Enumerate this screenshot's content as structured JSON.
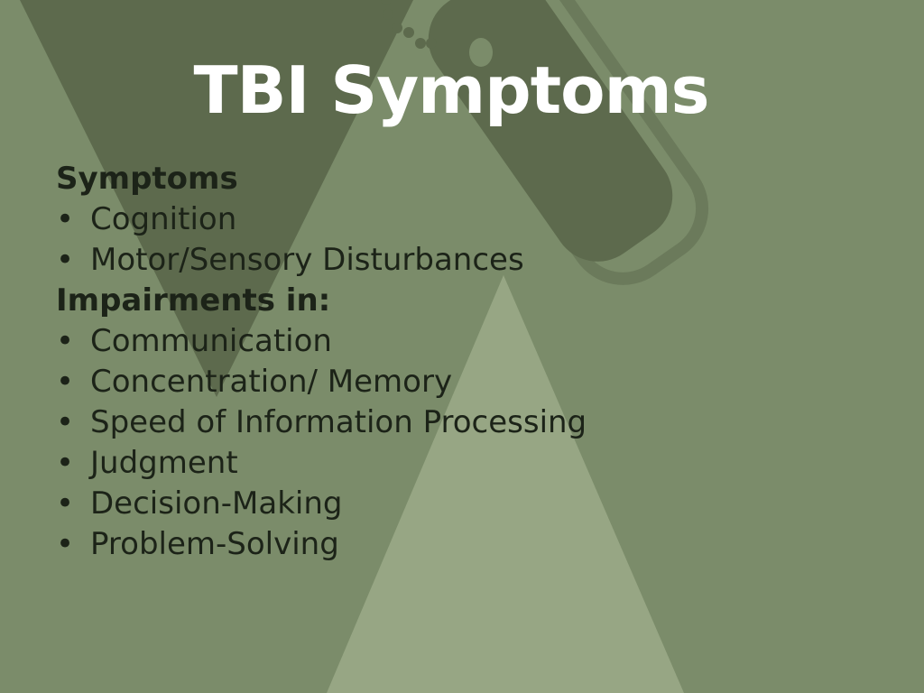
{
  "slide": {
    "title": "TBI Symptoms",
    "groups": [
      {
        "heading": "Symptoms",
        "items": [
          "Cognition",
          "Motor/Sensory Disturbances"
        ]
      },
      {
        "heading": "Impairments in:",
        "items": [
          "Communication",
          "Concentration/ Memory",
          "Speed of Information Processing",
          "Judgment",
          "Decision-Making",
          "Problem-Solving"
        ]
      }
    ],
    "bullet_glyph": "•"
  },
  "colors": {
    "background": "#7b8c6a",
    "dark_shape": "#5d6a4d",
    "light_shape": "#97a684",
    "title_text": "#ffffff",
    "body_text": "#1c2318"
  }
}
